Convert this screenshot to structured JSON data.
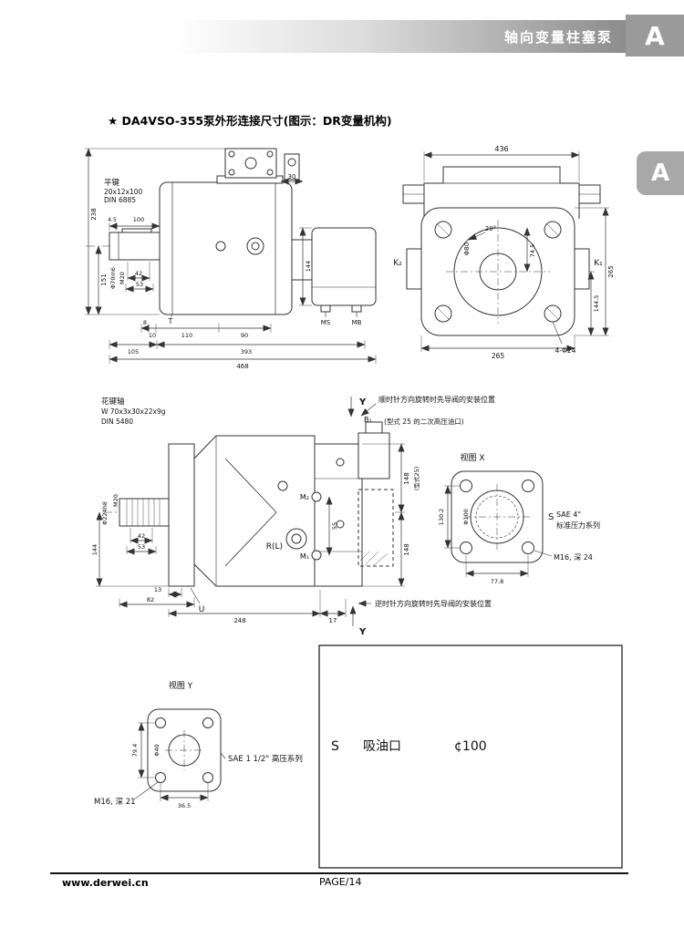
{
  "header": {
    "bar_title": "轴向变量柱塞泵",
    "corner_tab": "A",
    "side_tab": "A"
  },
  "title": "★ DA4VSO-355泵外形连接尺寸(图示：DR变量机构)",
  "d1": {
    "key_note1": "平键",
    "key_note2": "20x12x100",
    "key_note3": "DIN 6885",
    "d30": "30",
    "d238": "238",
    "d45": "4.5",
    "d100": "100",
    "shaft_dia": "Φ70m6",
    "shaft_thread": "M20",
    "d42": "42",
    "d53": "53",
    "d151": "151",
    "d8": "8",
    "d10": "10",
    "d110": "110",
    "d90": "90",
    "d105": "105",
    "d393": "393",
    "d468": "468",
    "d144": "144",
    "t_label": "T",
    "ms": "MS",
    "mb": "MB"
  },
  "d2": {
    "d436": "436",
    "dia": "Φ80",
    "angle": "20°",
    "d745": "74.5",
    "k1": "K₁",
    "k2": "K₂",
    "d265r": "265",
    "d1445": "144.5",
    "d265b": "265",
    "holes": "4-Φ24"
  },
  "d3": {
    "spline1": "花键轴",
    "spline2": "W 70x3x30x22x9g",
    "spline3": "DIN 5480",
    "y_top": "Y",
    "y_bottom": "Y",
    "note_cw": "顺时针方向旋转时先导阀的安装位置",
    "b1": "B₁",
    "note_port": "(型式 25 的二次高压油口)",
    "type25": "(型式25)",
    "note_ccw": "逆时针方向旋转时先导阀的安装位置",
    "d148t": "148",
    "d148b": "148",
    "d55": "55",
    "m2": "M₂",
    "m1": "M₁",
    "rl": "R(L)",
    "shaft_dia": "Φ224h8",
    "shaft_thread": "M20",
    "d42": "42",
    "d53": "53",
    "d144": "144",
    "d13": "13",
    "d82": "82",
    "u_label": "U",
    "d248": "248",
    "d17": "17"
  },
  "viewx": {
    "title": "视图 X",
    "d1302": "130.2",
    "dia": "Φ100",
    "s": "S",
    "sae": "SAE 4\"",
    "series": "标准压力系列",
    "m16": "M16, 深 24",
    "d778": "77.8"
  },
  "viewy": {
    "title": "视图 Y",
    "d794": "79.4",
    "dia": "Φ40",
    "sae": "SAE 1 1/2\" 高压系列",
    "m16": "M16, 深 21",
    "d365": "36.5"
  },
  "port_table": {
    "code": "S",
    "name": "吸油口",
    "size": "¢100"
  },
  "footer": {
    "site": "www.derwei.cn",
    "page": "PAGE/14"
  }
}
